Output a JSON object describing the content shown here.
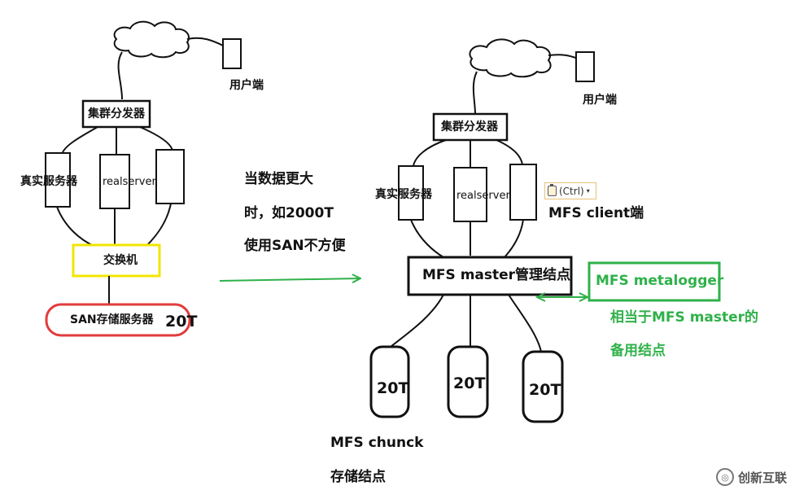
{
  "left": {
    "client_label": "用户端",
    "dispatcher_label": "集群分发器",
    "real_server_label": "真实服务器",
    "realserver_label": "realserver",
    "switch_label": "交换机",
    "san_label": "SAN存储服务器",
    "capacity": "20T"
  },
  "middle": {
    "note_line1": "当数据更大",
    "note_line2": "时，如2000T",
    "note_line3": "使用SAN不方便"
  },
  "right": {
    "client_label": "用户端",
    "dispatcher_label": "集群分发器",
    "real_server_label": "真实服务器",
    "realserver_label": "realserver",
    "mfs_client_label": "MFS client端",
    "master_label": "MFS master管理结点",
    "metalogger_label": "MFS metalogger",
    "metalogger_note_line1": "相当于MFS master的",
    "metalogger_note_line2": "备用结点",
    "chunk_capacities": [
      "20T",
      "20T",
      "20T"
    ],
    "chunk_label_line1": "MFS chunck",
    "chunk_label_line2": "存储结点"
  },
  "paste_options_label": "(Ctrl)",
  "colors": {
    "line": "#111111",
    "switch_border": "#f2e600",
    "san_border": "#e23b3b",
    "green": "#2fb14a"
  },
  "watermark": {
    "text": "创新互联",
    "logo": "logo-icon"
  }
}
